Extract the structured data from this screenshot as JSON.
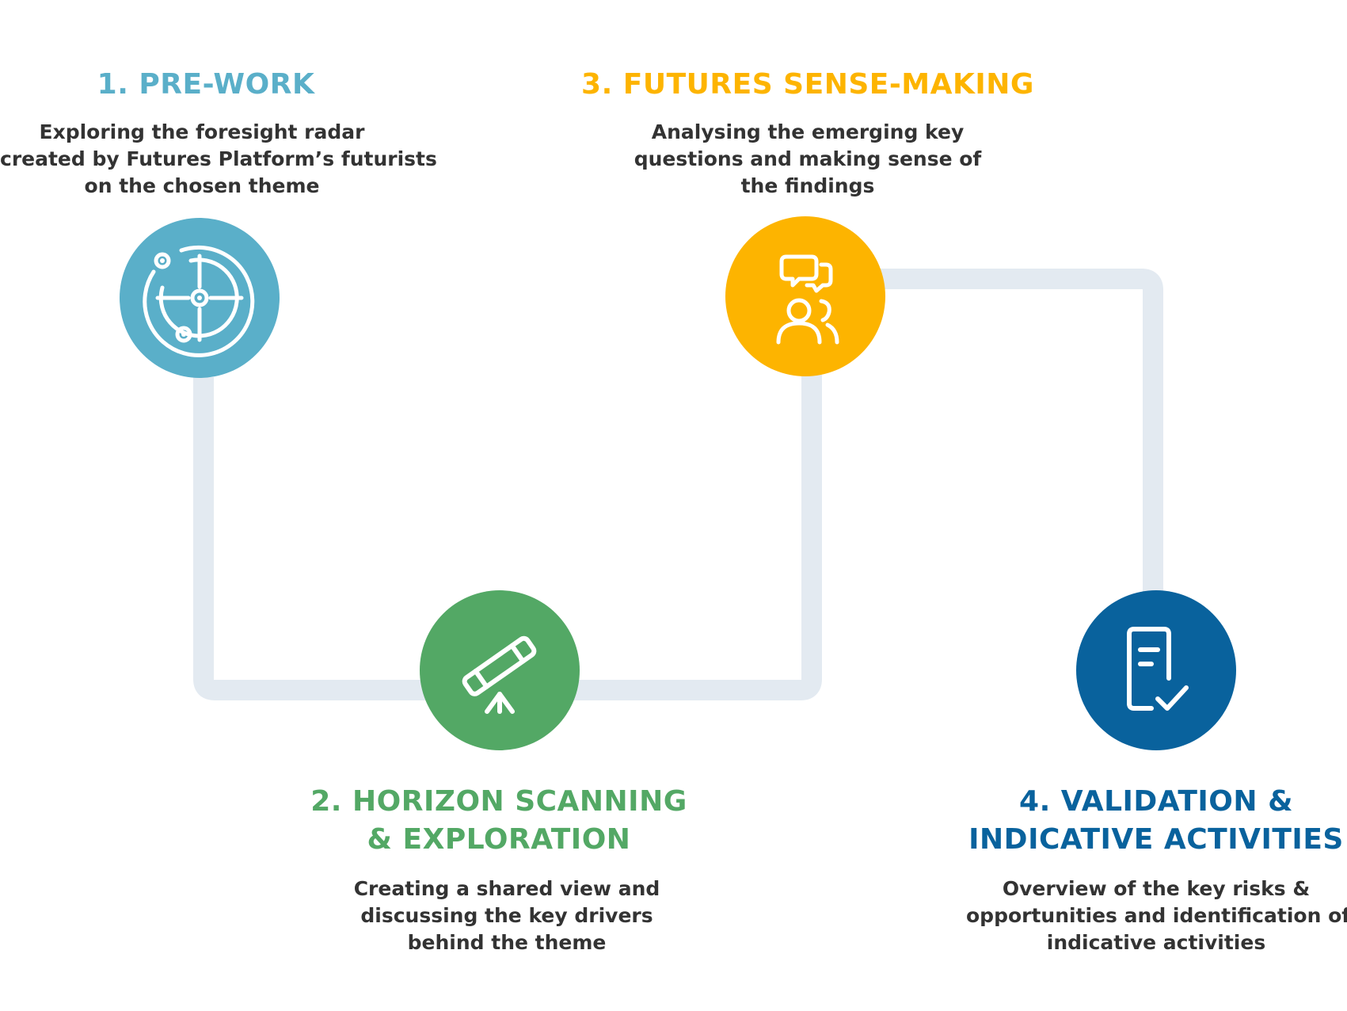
{
  "colors": {
    "step1": "#5aafc9",
    "step2": "#53a865",
    "step3": "#fdb400",
    "step4": "#09629d",
    "connector": "#e3eaf1",
    "text": "#333333"
  },
  "steps": [
    {
      "title_lines": [
        "1. PRE-WORK"
      ],
      "description_lines": [
        "Exploring the foresight radar",
        "created by Futures Platform’s futurists",
        "on the chosen theme"
      ],
      "icon": "radar-icon"
    },
    {
      "title_lines": [
        "2. HORIZON SCANNING",
        "& EXPLORATION"
      ],
      "description_lines": [
        "Creating a shared view and",
        "discussing the key drivers",
        "behind the theme"
      ],
      "icon": "telescope-icon"
    },
    {
      "title_lines": [
        "3. FUTURES SENSE-MAKING"
      ],
      "description_lines": [
        "Analysing the emerging key",
        "questions and making sense of",
        "the findings"
      ],
      "icon": "discussion-group-icon"
    },
    {
      "title_lines": [
        "4. VALIDATION &",
        "INDICATIVE ACTIVITIES"
      ],
      "description_lines": [
        "Overview of the key risks &",
        "opportunities and identification of",
        "indicative activities"
      ],
      "icon": "checklist-icon"
    }
  ]
}
